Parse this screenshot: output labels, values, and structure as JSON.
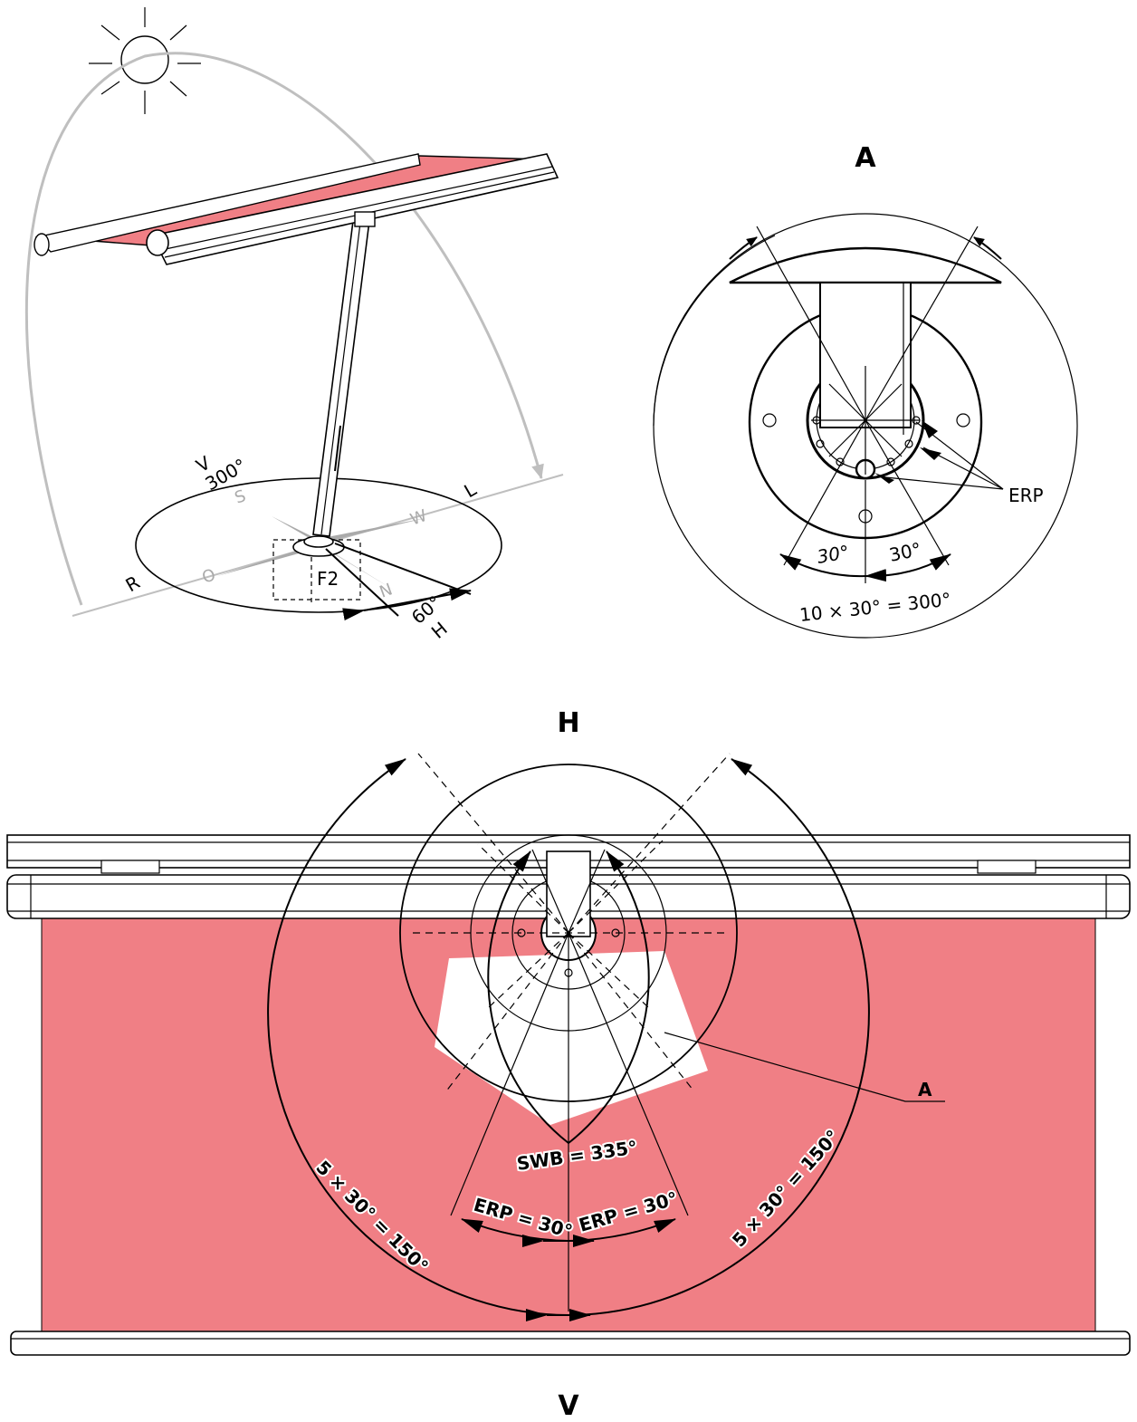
{
  "colors": {
    "fabric": "#f07f85",
    "line": "#000000",
    "sunpath": "#bfbfbf",
    "compass": "#aaaaaa"
  },
  "perspective": {
    "label_v": "V",
    "label_300": "300°",
    "label_l": "L",
    "label_r": "R",
    "label_h": "H",
    "label_60": "60°",
    "label_f2": "F2",
    "compass_s": "S",
    "compass_w": "W",
    "compass_o": "O",
    "compass_n": "N"
  },
  "detail_a": {
    "title": "A",
    "label_30_left": "30°",
    "label_30_right": "30°",
    "label_total": "10 × 30° = 300°",
    "label_erp": "ERP"
  },
  "top_view": {
    "title_h": "H",
    "title_v": "V",
    "label_a": "A",
    "label_swb": "SWB = 335°",
    "label_erp_left": "ERP = 30°",
    "label_erp_right": "ERP = 30°",
    "label_150_left": "5 × 30° = 150°",
    "label_150_right": "5 × 30° = 150°"
  }
}
